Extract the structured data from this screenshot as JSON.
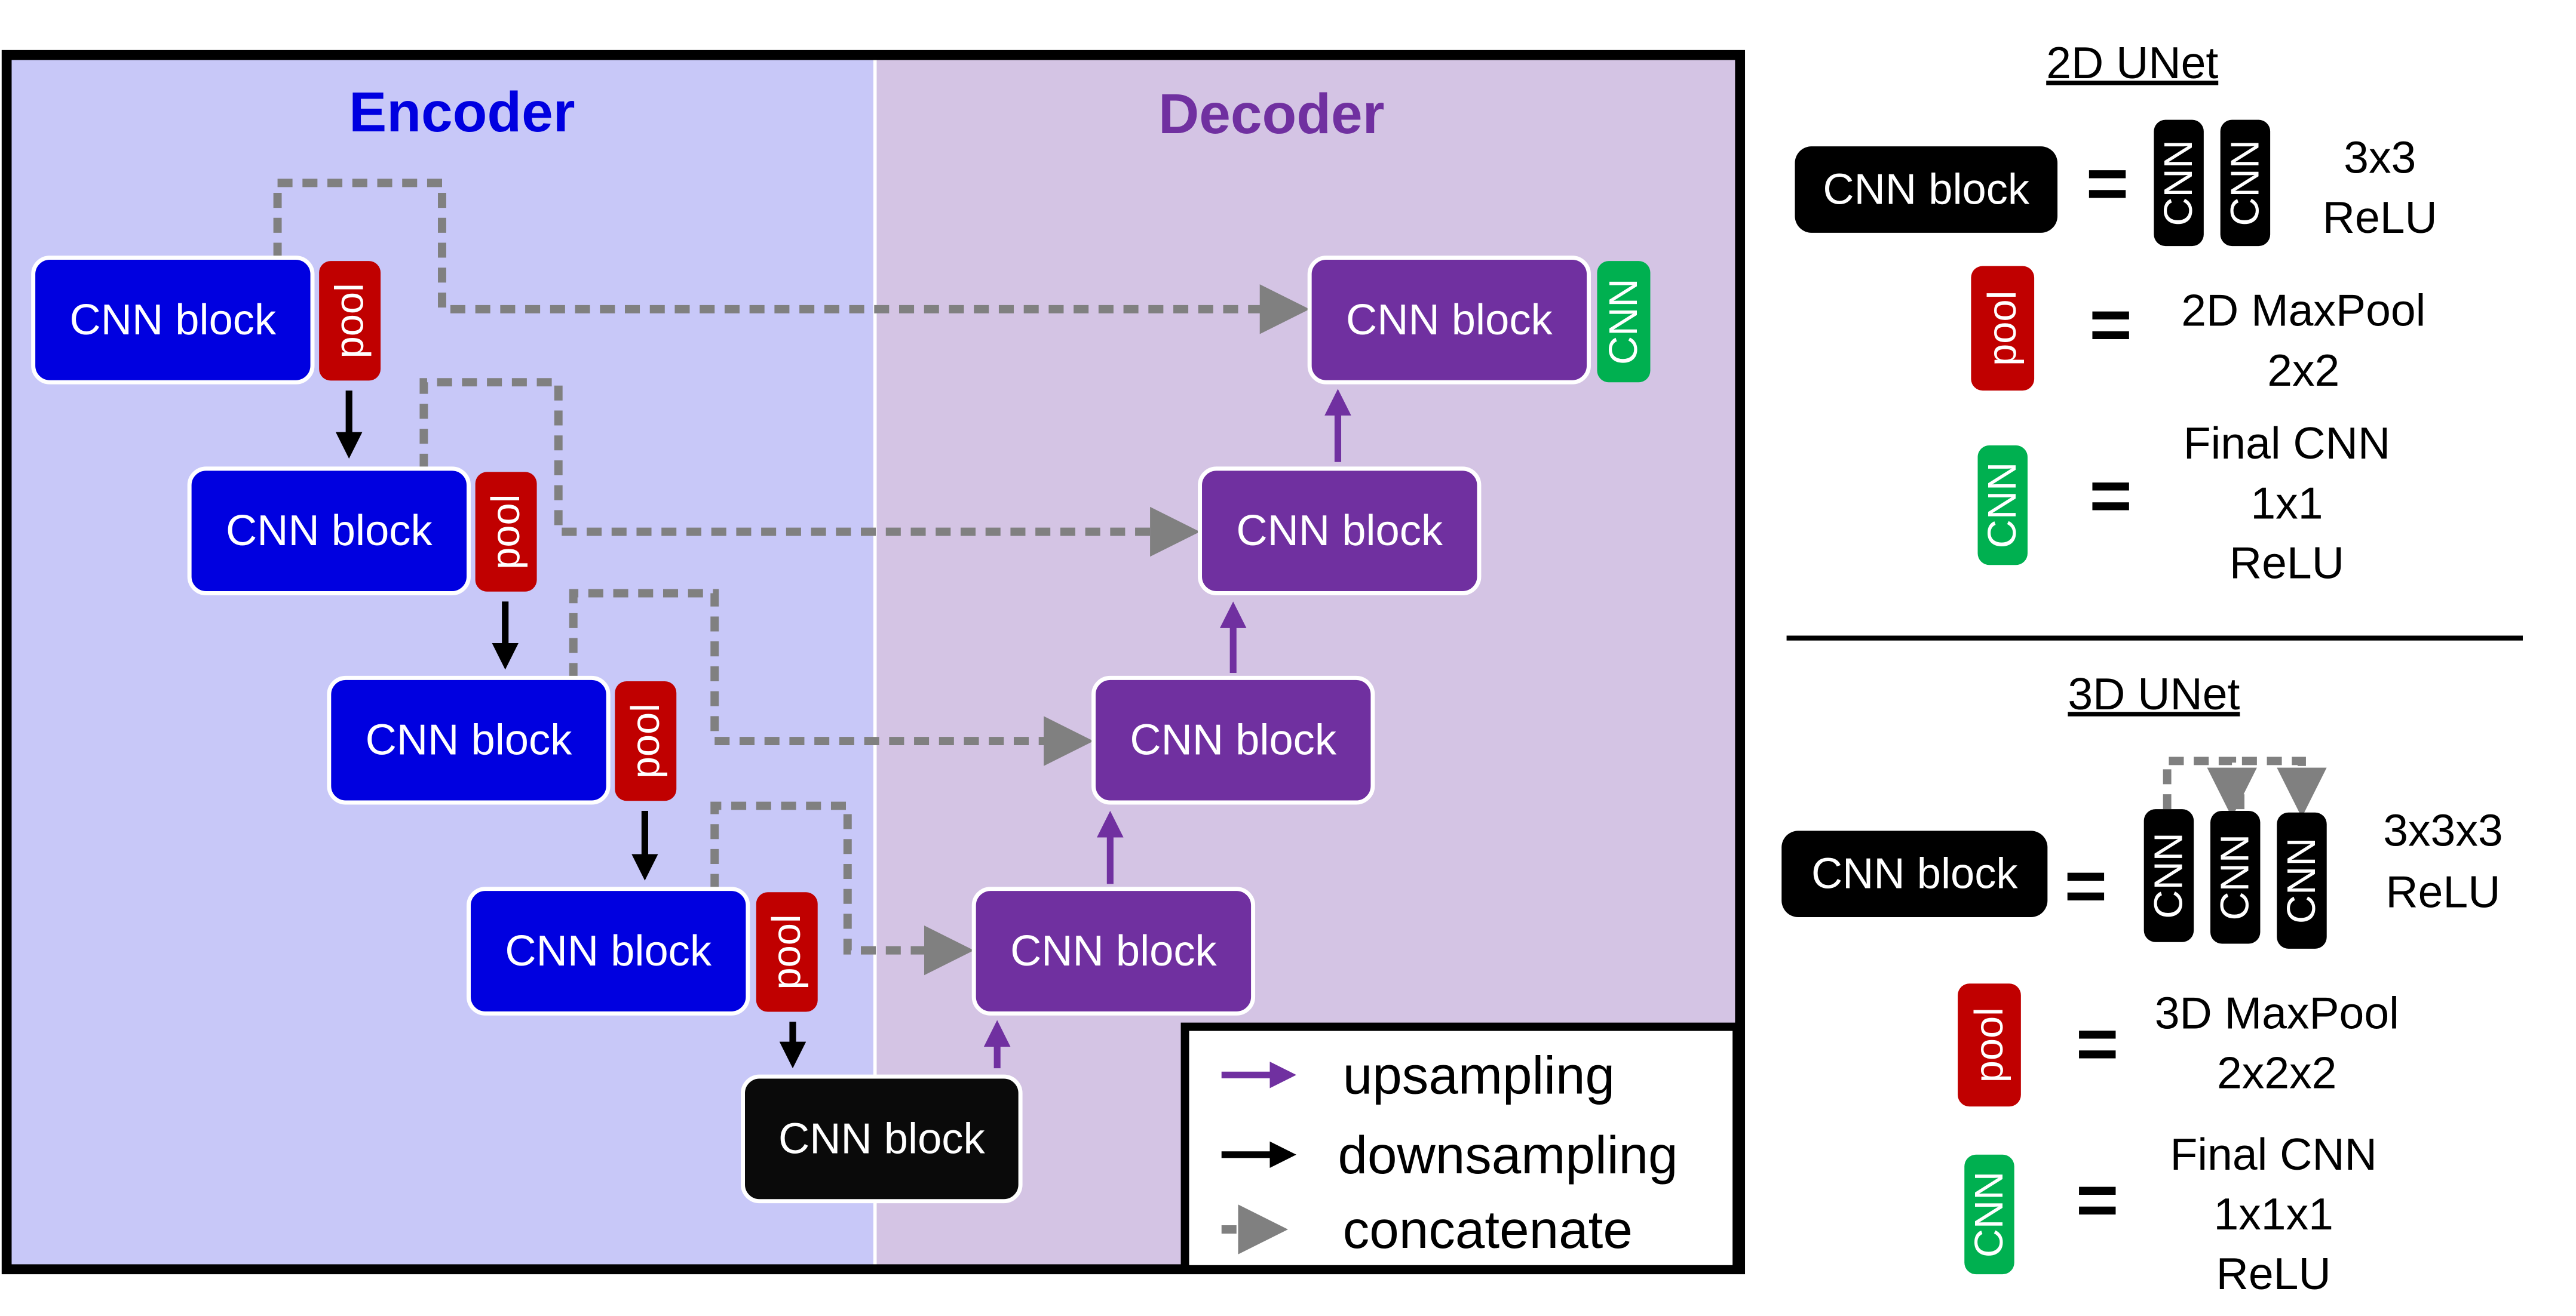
{
  "colors": {
    "encoder_bg": "#c8c8f8",
    "decoder_bg": "#d4c4e4",
    "encoder_block": "#0000e0",
    "decoder_block": "#7030a0",
    "bottleneck": "#0a0a0a",
    "pool": "#c00000",
    "final_cnn": "#00b050",
    "skip": "#808080",
    "encoder_title": "#0000e0",
    "decoder_title": "#7030a0"
  },
  "diagram": {
    "encoder_title": "Encoder",
    "decoder_title": "Decoder",
    "block_label": "CNN block",
    "pool_label": "pool",
    "final_label": "CNN",
    "legend": {
      "upsampling": "upsampling",
      "downsampling": "downsampling",
      "concatenate": "concatenate"
    }
  },
  "unet2d": {
    "title": "2D UNet",
    "block_label": "CNN block",
    "equals": "=",
    "cnn_label": "CNN",
    "conv_desc": [
      "3x3",
      "ReLU"
    ],
    "pool_label": "pool",
    "pool_desc": [
      "2D MaxPool",
      "2x2"
    ],
    "final_label": "CNN",
    "final_desc": [
      "Final CNN",
      "1x1",
      "ReLU"
    ]
  },
  "unet3d": {
    "title": "3D UNet",
    "block_label": "CNN block",
    "equals": "=",
    "cnn_label": "CNN",
    "conv_desc": [
      "3x3x3",
      "ReLU"
    ],
    "pool_label": "pool",
    "pool_desc": [
      "3D MaxPool",
      "2x2x2"
    ],
    "final_label": "CNN",
    "final_desc": [
      "Final CNN",
      "1x1x1",
      "ReLU"
    ]
  }
}
